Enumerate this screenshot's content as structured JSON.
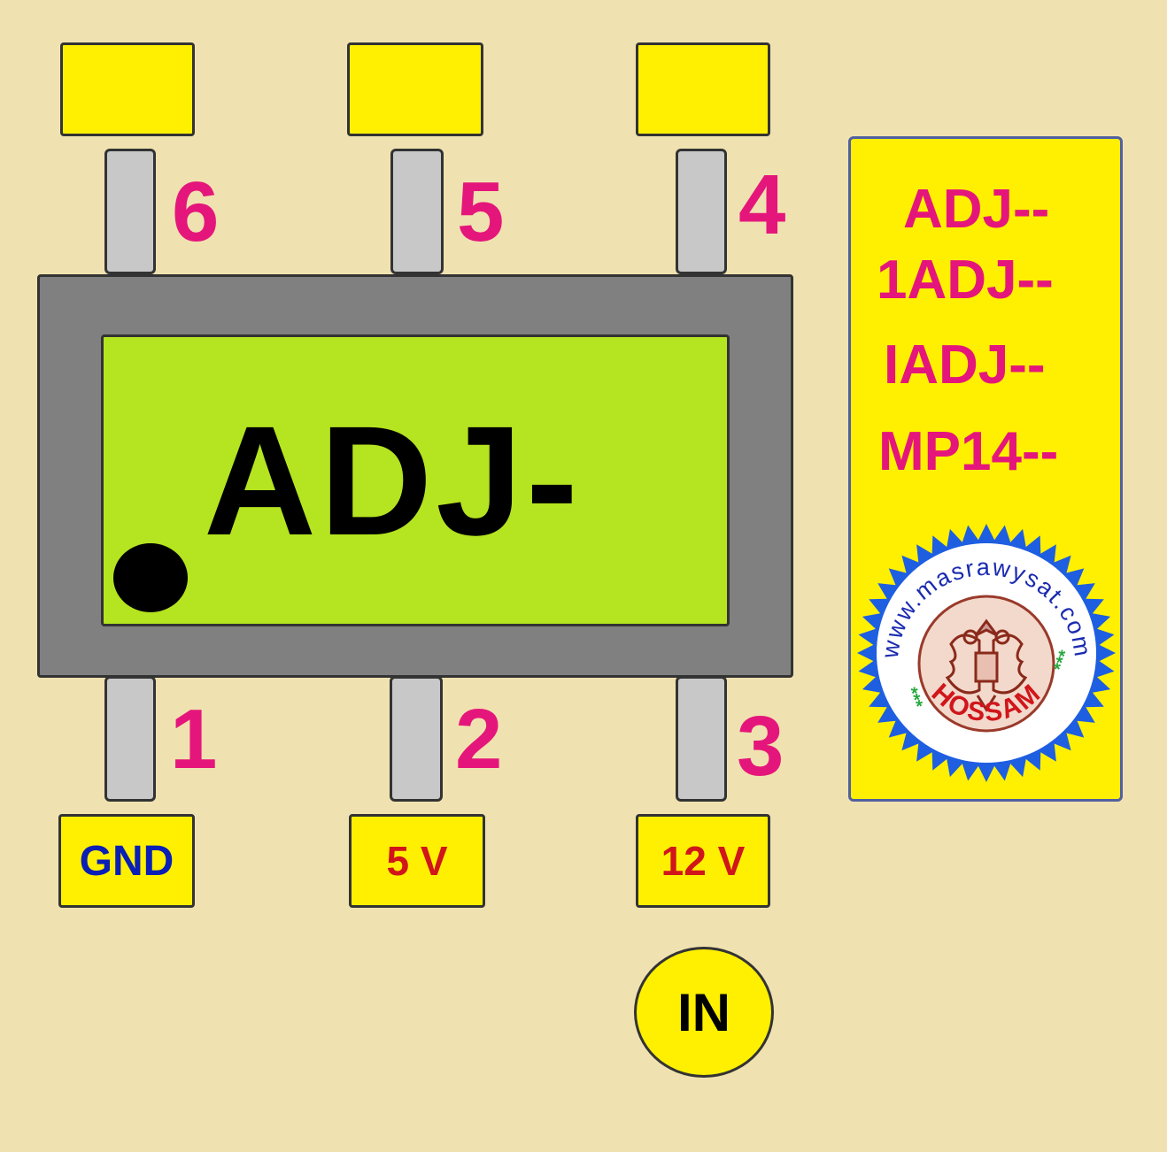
{
  "chip": {
    "marking": "ADJ-"
  },
  "pins": {
    "p1": {
      "number": "1",
      "label": "GND",
      "label_color": "#0A1FB5"
    },
    "p2": {
      "number": "2",
      "label": "5 V",
      "label_color": "#D0161B"
    },
    "p3": {
      "number": "3",
      "label": "12 V",
      "label_color": "#D0161B"
    },
    "p4": {
      "number": "4",
      "label": ""
    },
    "p5": {
      "number": "5",
      "label": ""
    },
    "p6": {
      "number": "6",
      "label": ""
    }
  },
  "input_marker": {
    "label": "IN"
  },
  "legend": {
    "codes": [
      "ADJ--",
      "1ADJ--",
      "IADJ--",
      "MP14--"
    ]
  },
  "watermark": {
    "url": "www.masrawysat.com",
    "name": "HOSSAM",
    "stars": "***"
  },
  "colors": {
    "background": "#F0E2B0",
    "pad_yellow": "#FEF000",
    "chip_body": "#808080",
    "chip_face": "#B5E420",
    "pin_number": "#E5167B",
    "leg_gray": "#C8C8C8"
  }
}
